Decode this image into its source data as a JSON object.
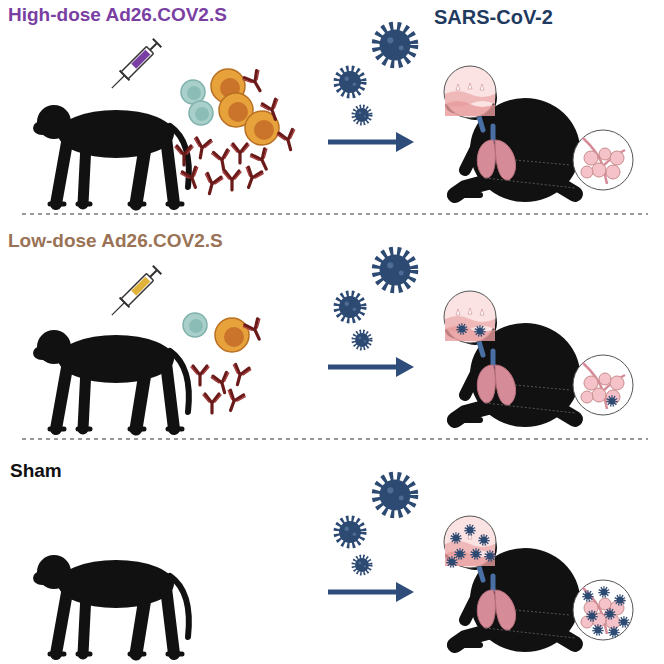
{
  "diagram": {
    "labels": [
      "High-dose Ad26.COV2.S",
      "SARS-CoV-2",
      "Low-dose Ad26.COV2.S",
      "Sham"
    ]
  }
}
